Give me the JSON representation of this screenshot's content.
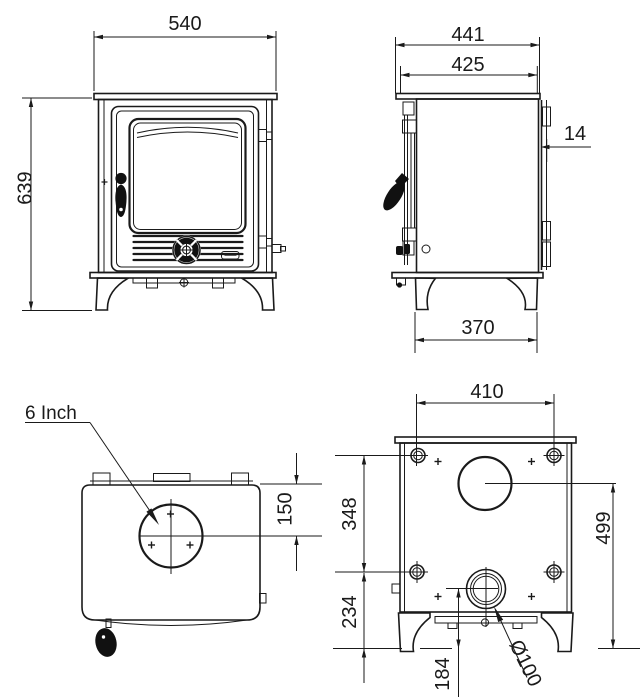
{
  "drawing": {
    "front_view": {
      "width_mm": "540",
      "height_mm": "639"
    },
    "side_view": {
      "depth_overall_mm": "441",
      "depth_top_mm": "425",
      "rear_offset_mm": "14",
      "foot_depth_mm": "370"
    },
    "top_view": {
      "flue_size_label": "6 Inch",
      "flue_center_from_rear_mm": "150"
    },
    "rear_view": {
      "fixing_centres_width_mm": "410",
      "fixing_centres_height_mm": "348",
      "lower_fixing_to_floor_mm": "234",
      "flue_center_height_mm": "499",
      "air_inlet_center_height_mm": "184",
      "air_inlet_diameter": "Ø100"
    },
    "colors": {
      "line": "#1a1a1a",
      "background": "#ffffff"
    }
  }
}
